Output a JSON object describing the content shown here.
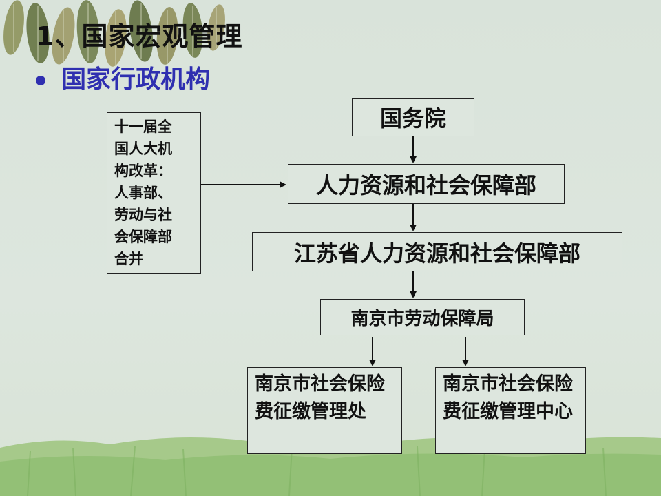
{
  "slide": {
    "title": "1、国家宏观管理",
    "bullet": "国家行政机构",
    "colors": {
      "title": "#111111",
      "bullet": "#2f2fb0",
      "background": "#dde6de"
    }
  },
  "chart": {
    "nodes": {
      "state_council": "国务院",
      "mohrss": "人力资源和社会保障部",
      "jiangsu_hrss": "江苏省人力资源和社会保障部",
      "nanjing_bureau": "南京市劳动保障局",
      "nanjing_office": "南京市社会保险费征缴管理处",
      "nanjing_center": "南京市社会保险费征缴管理中心"
    },
    "side_note": "十一届全\n国人大机\n构改革：\n人事部、\n劳动与社\n会保障部\n合并"
  }
}
